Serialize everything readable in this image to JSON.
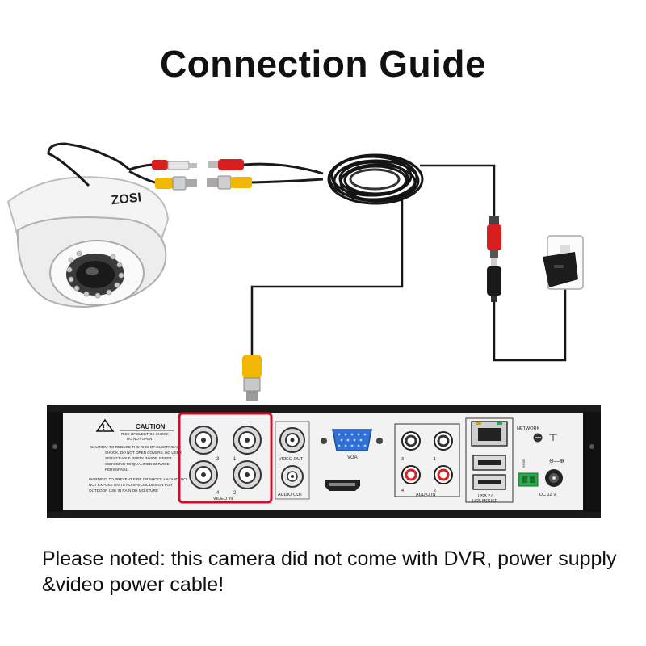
{
  "title": "Connection Guide",
  "camera": {
    "brand": "ZOSI"
  },
  "dvr": {
    "caution_title": "CAUTION",
    "caution_sub1": "RISK OF ELECTRIC SHOCK",
    "caution_sub2": "DO  NOT OPEN",
    "caution_lines": [
      "CAUTION: TO REDUCE THE RISK OF ELECTRICAL",
      "SHOCK, DO NOT OPEN COVERS. NO USER",
      "SERVICEABLE PARTS INSIDE. REFER",
      "SERVICING TO QUALIFIED SERVICE",
      "PERSONNEL"
    ],
    "warning_lines": [
      "WARNING: TO PREVENT FIRE OR SHOCK HAZARD, DO",
      "NOT EXPOSE UNITS NO SPECIAL DESIGN FOR",
      "OUTDOOR USE IN RAIN OR MOISTURE"
    ],
    "video_in_numbers": [
      "3",
      "1",
      "4",
      "2"
    ],
    "video_in_label": "VIDEO IN",
    "video_out_label": "VIDEO OUT",
    "audio_out_label": "AUDIO OUT",
    "vga_label": "VGA",
    "audio_in_numbers": [
      "3",
      "1",
      "4",
      "2"
    ],
    "audio_in_label": "AUDIO IN",
    "usb_label_1": "USB 2.0",
    "usb_label_2": "USB MOUSE",
    "network_label": "NETWORK",
    "rs485_label": "RS485",
    "power_label": "DC 12 V"
  },
  "note": "Please noted: this camera did not come with DVR, power supply &video power cable!",
  "colors": {
    "bnc_yellow": "#f2b705",
    "power_red": "#d81e1e",
    "highlight_red": "#c8102e",
    "dvr_body": "#f2f2f2",
    "connector_blue": "#2f6fd6",
    "jack_green": "#2aa84a"
  }
}
